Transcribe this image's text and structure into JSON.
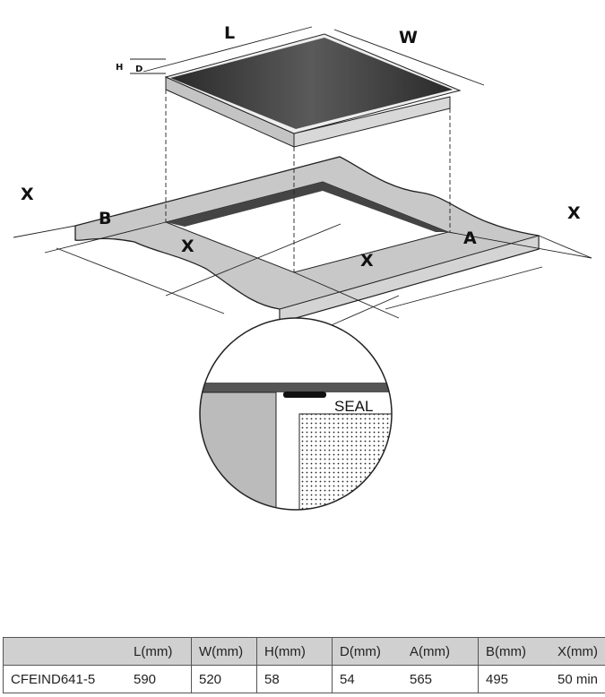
{
  "diagram": {
    "labels": {
      "L": "L",
      "W": "W",
      "H": "H",
      "D": "D",
      "A": "A",
      "B": "B",
      "X": "X"
    },
    "seal_label": "SEAL"
  },
  "table": {
    "headers": [
      "",
      "L(mm)",
      "W(mm)",
      "H(mm)",
      "D(mm)",
      "A(mm)",
      "B(mm)",
      "X(mm)"
    ],
    "rows": [
      [
        "CFEIND641-5",
        "590",
        "520",
        "58",
        "54",
        "565",
        "495",
        "50 min"
      ]
    ]
  }
}
